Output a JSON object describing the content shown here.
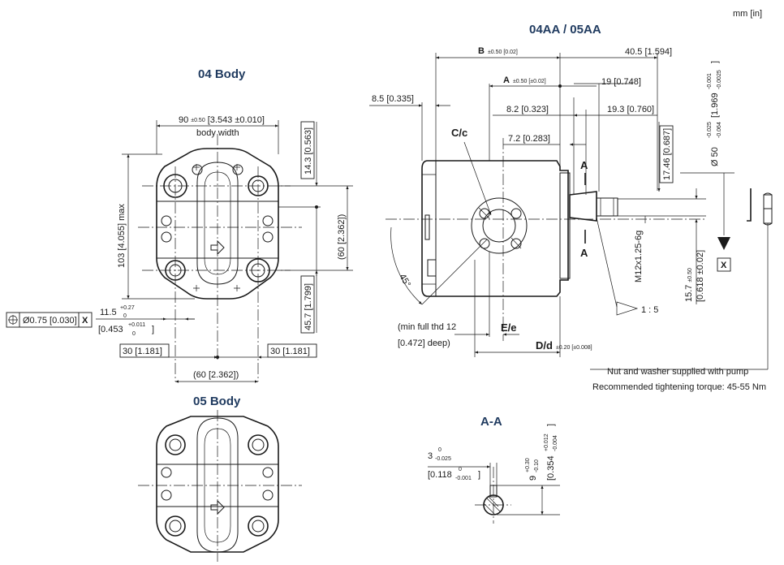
{
  "units": "mm [in]",
  "views": {
    "body04": {
      "title": "04 Body",
      "width_dim": "90",
      "width_tol": "±0.50",
      "width_in": "[3.543 ±0.010]",
      "width_label": "body width",
      "height_max": "103 [4.055] max",
      "top_offset": "14.3 [0.563]",
      "hole_spacing_v": "(60 [2.362])",
      "bottom_offset": "45.7 [1.799]",
      "pos_tol_value": "Ø0.75 [0.030]",
      "datum_x": "X",
      "hole_dia": "11.5",
      "hole_dia_tol_upper": "+0.27",
      "hole_dia_tol_lower": "0",
      "hole_dia_in": "[0.453",
      "hole_dia_in_tol_upper": "+0.011",
      "hole_dia_in_tol_lower": "0",
      "hole_dia_in_close": "]",
      "left_offset": "30 [1.181]",
      "right_offset": "30 [1.181]",
      "hole_spacing_h": "(60 [2.362])"
    },
    "body05": {
      "title": "05 Body"
    },
    "side": {
      "title": "04AA / 05AA",
      "dim_b": "B",
      "dim_b_tol": "±0.50 [0.02]",
      "dim_40_5": "40.5 [1.594]",
      "dim_a": "A",
      "dim_a_tol": "±0.50 [±0.02]",
      "dim_19": "19 [0.748]",
      "dim_8_5": "8.5 [0.335]",
      "dim_8_2": "8.2 [0.323]",
      "dim_19_3": "19.3 [0.760]",
      "label_cc": "C/c",
      "dim_7_2": "7.2 [0.283]",
      "dim_17_46": "17.46 [0.687]",
      "section_a_top": "A",
      "section_a_bottom": "A",
      "angle": "45°",
      "thread": "M12x1.25-6g",
      "taper": "1 : 5",
      "dim_15_7": "15.7",
      "dim_15_7_tol": "±0.50",
      "dim_15_7_in": "[0.618 ±0.02]",
      "thread_note_1": "(min full thd 12",
      "thread_note_2": "[0.472] deep)",
      "label_ee": "E/e",
      "dim_d": "D/d",
      "dim_d_tol": "±0.20 [±0.008]",
      "shaft_dia": "Ø 50",
      "shaft_dia_tol_upper": "-0.025",
      "shaft_dia_tol_lower": "-0.064",
      "shaft_dia_in": "[1.969",
      "shaft_dia_in_tol_upper": "-0.001",
      "shaft_dia_in_tol_lower": "-0.0025",
      "shaft_dia_in_close": "]",
      "datum_x": "X",
      "note_nut": "Nut and washer supplied with pump",
      "note_torque": "Recommended tightening torque: 45-55 Nm"
    },
    "section_aa": {
      "title": "A-A",
      "key_width": "3",
      "key_width_tol_upper": "0",
      "key_width_tol_lower": "-0.025",
      "key_width_in": "[0.118",
      "key_width_in_tol_upper": "0",
      "key_width_in_tol_lower": "-0.001",
      "key_width_in_close": "]",
      "key_height": "9",
      "key_height_tol_upper": "+0.30",
      "key_height_tol_lower": "-0.10",
      "key_height_in": "[0.354",
      "key_height_in_tol_upper": "+0.012",
      "key_height_in_tol_lower": "-0.004",
      "key_height_in_close": "]"
    }
  }
}
